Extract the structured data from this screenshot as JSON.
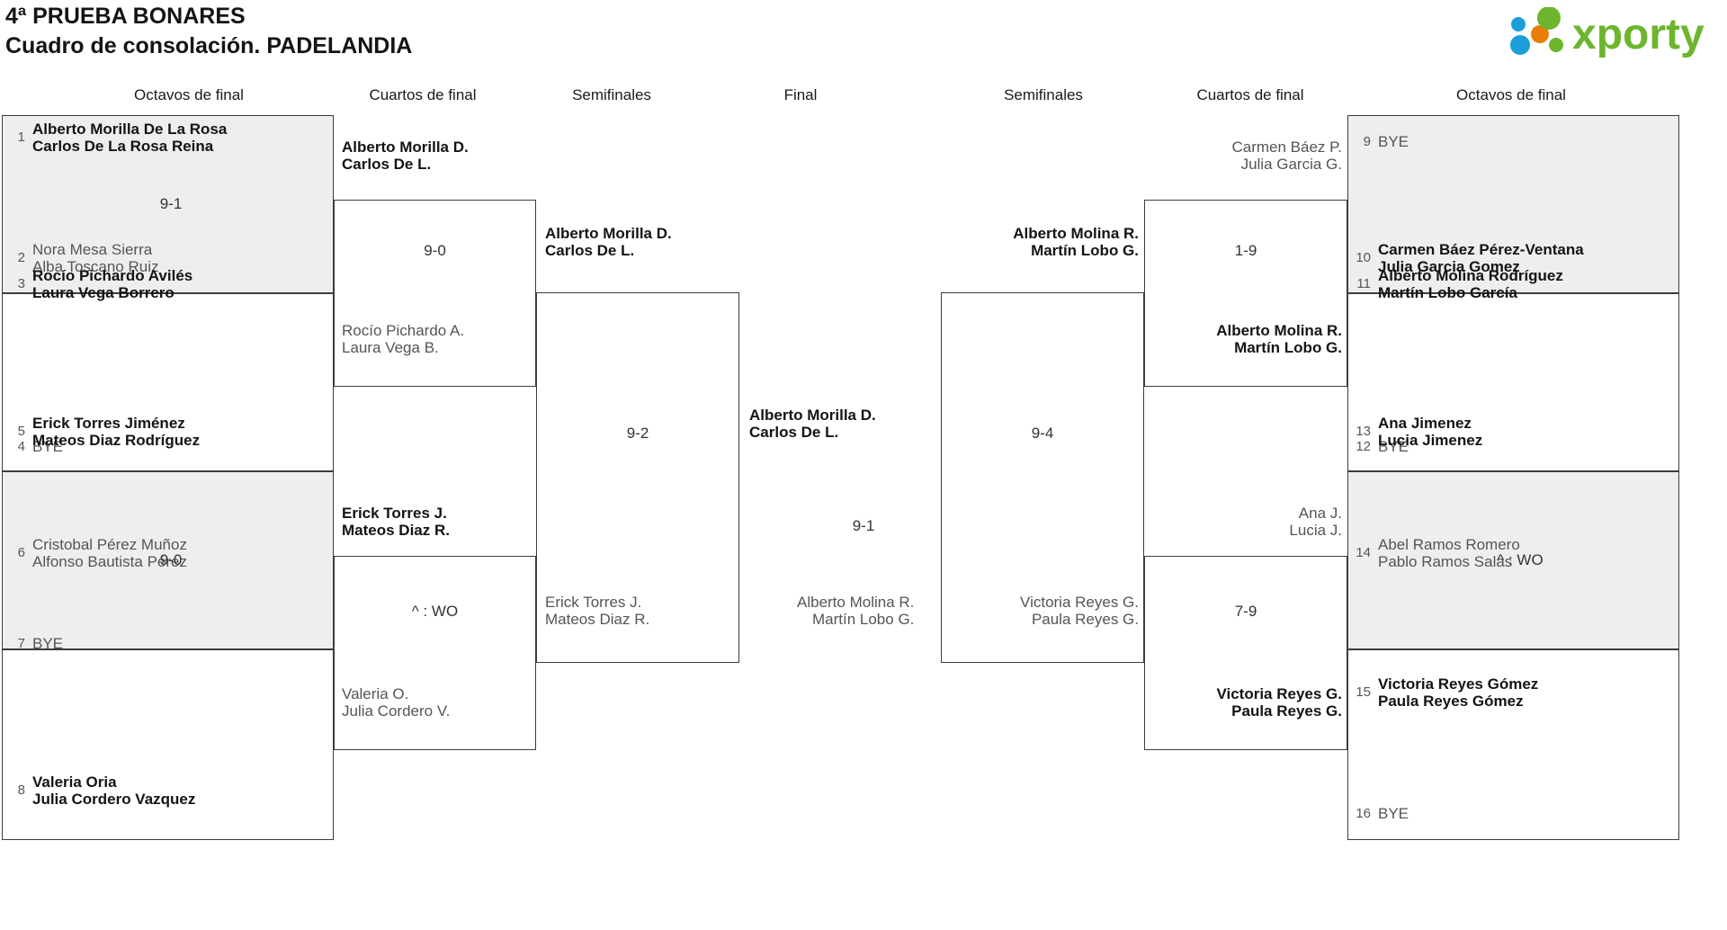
{
  "header": {
    "title_line1": "4ª PRUEBA BONARES",
    "title_line2": "Cuadro de consolación. PADELANDIA",
    "logo_text": "xporty",
    "logo_colors": {
      "green": "#6cb52d",
      "blue": "#1b9dd9",
      "orange": "#e87e04"
    }
  },
  "rounds": [
    {
      "label": "Octavos de final"
    },
    {
      "label": "Cuartos de final"
    },
    {
      "label": "Semifinales"
    },
    {
      "label": "Final"
    },
    {
      "label": "Semifinales"
    },
    {
      "label": "Cuartos de final"
    },
    {
      "label": "Octavos de final"
    }
  ],
  "bracket_left": {
    "round16": [
      {
        "seed": "1",
        "line1": "Alberto Morilla De La Rosa",
        "line2": "Carlos De La Rosa Reina",
        "state": "win"
      },
      {
        "seed": "2",
        "line1": "Nora Mesa Sierra",
        "line2": "Alba Toscano Ruiz",
        "state": "lose"
      },
      {
        "seed": "3",
        "line1": "Rocío Pichardo Avilés",
        "line2": "Laura Vega Borrero",
        "state": "win"
      },
      {
        "seed": "4",
        "line1": "BYE",
        "line2": "",
        "state": "bye"
      },
      {
        "seed": "5",
        "line1": "Erick Torres Jiménez",
        "line2": "Mateos Diaz Rodríguez",
        "state": "win"
      },
      {
        "seed": "6",
        "line1": "Cristobal Pérez Muñoz",
        "line2": "Alfonso Bautista Pérez",
        "state": "lose"
      },
      {
        "seed": "7",
        "line1": "BYE",
        "line2": "",
        "state": "bye"
      },
      {
        "seed": "8",
        "line1": "Valeria Oria",
        "line2": "Julia Cordero Vazquez",
        "state": "win"
      }
    ],
    "round16_scores": [
      "9-1",
      "",
      "9-0",
      ""
    ],
    "quarters": [
      {
        "line1": "Alberto Morilla D.",
        "line2": "Carlos De L.",
        "state": "win"
      },
      {
        "line1": "Rocío Pichardo A.",
        "line2": "Laura Vega B.",
        "state": "lose"
      },
      {
        "line1": "Erick Torres J.",
        "line2": "Mateos Diaz R.",
        "state": "win"
      },
      {
        "line1": "Valeria O.",
        "line2": "Julia Cordero V.",
        "state": "lose"
      }
    ],
    "quarter_scores": [
      "9-0",
      "^ : WO"
    ],
    "semis": [
      {
        "line1": "Alberto Morilla D.",
        "line2": "Carlos De L.",
        "state": "win"
      },
      {
        "line1": "Erick Torres J.",
        "line2": "Mateos Diaz R.",
        "state": "lose"
      }
    ],
    "semi_score": "9-2"
  },
  "final": {
    "winner": {
      "line1": "Alberto Morilla D.",
      "line2": "Carlos De L.",
      "state": "win"
    },
    "runner_up": {
      "line1": "Alberto Molina R.",
      "line2": "Martín Lobo G.",
      "state": "lose"
    },
    "score": "9-1"
  },
  "bracket_right": {
    "round16": [
      {
        "seed": "9",
        "line1": "BYE",
        "line2": "",
        "state": "bye"
      },
      {
        "seed": "10",
        "line1": "Carmen Báez Pérez-Ventana",
        "line2": "Julia Garcia Gomez",
        "state": "win"
      },
      {
        "seed": "11",
        "line1": "Alberto Molina Rodríguez",
        "line2": "Martín Lobo García",
        "state": "win"
      },
      {
        "seed": "12",
        "line1": "BYE",
        "line2": "",
        "state": "bye"
      },
      {
        "seed": "13",
        "line1": "Ana Jimenez",
        "line2": "Lucia Jimenez",
        "state": "win"
      },
      {
        "seed": "14",
        "line1": "Abel Ramos Romero",
        "line2": "Pablo Ramos Salas",
        "state": "lose"
      },
      {
        "seed": "15",
        "line1": "Victoria Reyes Gómez",
        "line2": "Paula Reyes Gómez",
        "state": "win"
      },
      {
        "seed": "16",
        "line1": "BYE",
        "line2": "",
        "state": "bye"
      }
    ],
    "round16_scores": [
      "",
      "",
      "^ : WO",
      ""
    ],
    "quarters": [
      {
        "line1": "Carmen Báez P.",
        "line2": "Julia Garcia G.",
        "state": "lose"
      },
      {
        "line1": "Alberto Molina R.",
        "line2": "Martín Lobo G.",
        "state": "win"
      },
      {
        "line1": "Ana J.",
        "line2": "Lucia J.",
        "state": "lose"
      },
      {
        "line1": "Victoria Reyes G.",
        "line2": "Paula Reyes G.",
        "state": "win"
      }
    ],
    "quarter_scores": [
      "1-9",
      "7-9"
    ],
    "semis": [
      {
        "line1": "Alberto Molina R.",
        "line2": "Martín Lobo G.",
        "state": "win"
      },
      {
        "line1": "Victoria Reyes G.",
        "line2": "Paula Reyes G.",
        "state": "lose"
      }
    ],
    "semi_score": "9-4"
  }
}
